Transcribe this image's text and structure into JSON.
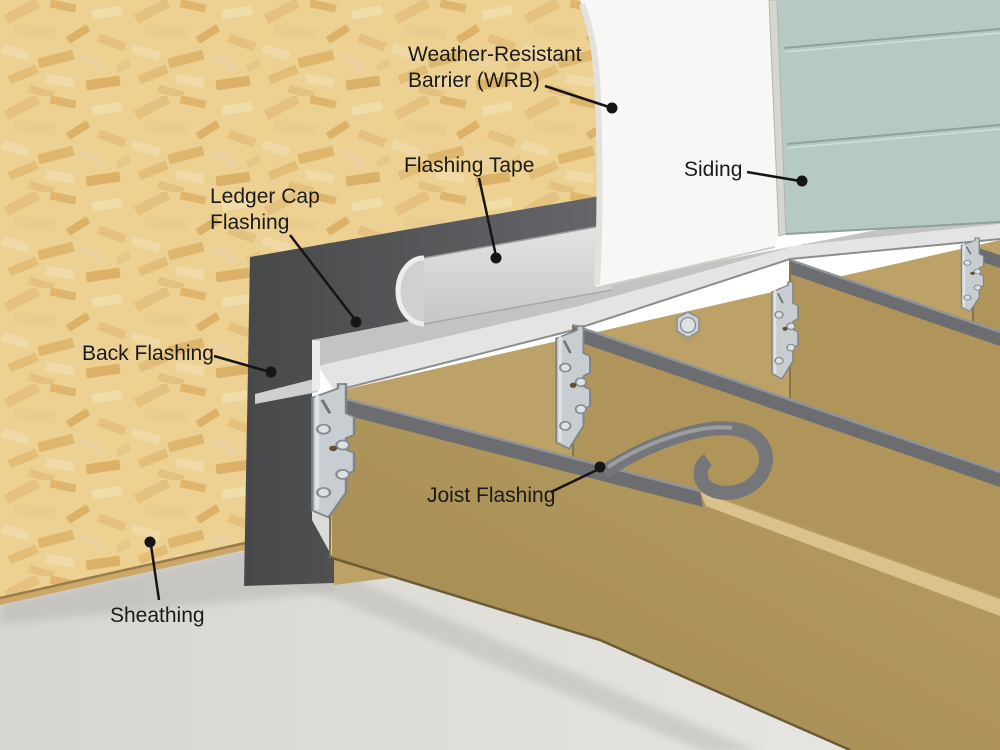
{
  "diagram": {
    "type": "construction-illustration",
    "subject": "Deck ledger and flashing components at a house wall",
    "labels": {
      "wrb": "Weather-Resistant Barrier (WRB)",
      "flashing_tape": "Flashing Tape",
      "siding": "Siding",
      "ledger_cap_flashing": "Ledger Cap Flashing",
      "back_flashing": "Back Flashing",
      "joist_flashing": "Joist Flashing",
      "sheathing": "Sheathing"
    },
    "colors": {
      "osb_sheathing_base": "#ecd193",
      "osb_chip": "#dcb266",
      "wrb_white": "#f7f7f6",
      "siding_green": "#b6c9c5",
      "dark_back_flashing": "#55565a",
      "cap_flashing_gray": "#c6c6c6",
      "flashing_tape_gray": "#d6d6d6",
      "lumber": "#b3985c",
      "lumber_top": "#d9c28c",
      "joist_hanger_metal": "#c7cdd0",
      "ground": "#deddd8",
      "label_text": "#1a1a1a"
    }
  }
}
